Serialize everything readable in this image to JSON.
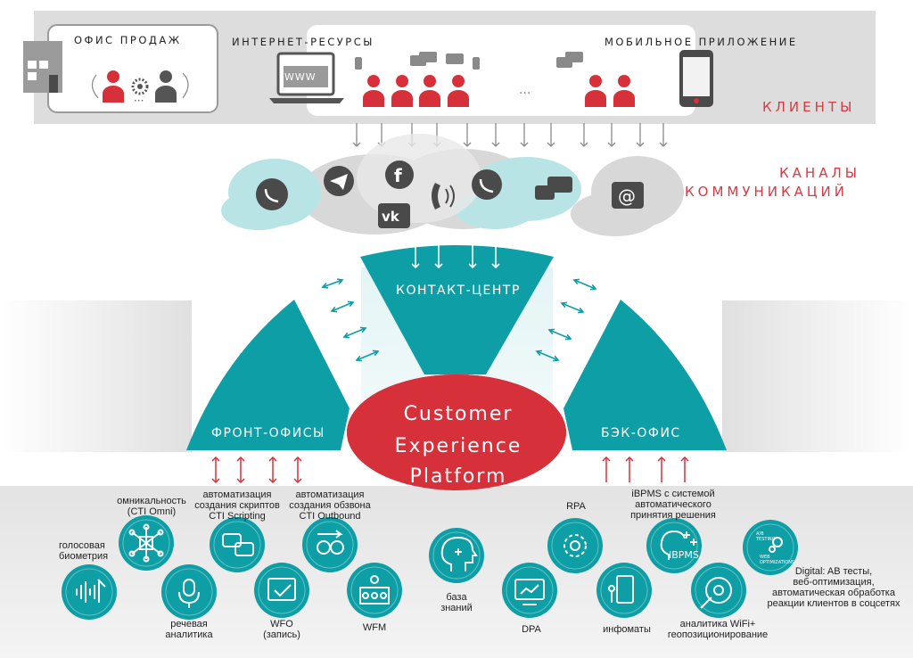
{
  "clients": {
    "sales_office": "ОФИС ПРОДАЖ",
    "internet": "ИНТЕРНЕТ-РЕСУРСЫ",
    "mobile_app": "МОБИЛЬНОЕ ПРИЛОЖЕНИЕ",
    "title": "КЛИЕНТЫ",
    "www": "WWW",
    "dots": "..."
  },
  "channels": {
    "title_line1": "КАНАЛЫ",
    "title_line2": "КОММУНИКАЦИЙ",
    "icons": [
      "viber-icon",
      "telegram-icon",
      "facebook-icon",
      "vk-icon",
      "phone-icon",
      "viber-icon",
      "chat-icon",
      "email-icon"
    ]
  },
  "segments": {
    "contact_center": "КОНТАКТ-ЦЕНТР",
    "front_office": "ФРОНТ-ОФИСЫ",
    "back_office": "БЭК-ОФИС"
  },
  "platform": {
    "line1": "Customer",
    "line2": "Experience",
    "line3": "Platform"
  },
  "tools": {
    "voice_biometry": "голосовая\nбиометрия",
    "omnichannel": "омникальность\n(CTI Omni)",
    "speech_analytics": "речевая\nаналитика",
    "cti_scripting": "автоматизация\nсоздания скриптов\nCTI Scripting",
    "wfo": "WFO\n(запись)",
    "cti_outbound": "автоматизация\nсоздания обзвона\nCTI Outbound",
    "wfm": "WFM",
    "knowledge_base": "база\nзнаний",
    "dpa": "DPA",
    "rpa": "RPA",
    "infomats": "инфоматы",
    "ibpms": "iBPMS с системой\nавтоматического\nпринятия решения",
    "ibpms_icon_text": "IBPMS",
    "wifi_analytics": "аналитика WiFi+\nгеопозиционирование",
    "digital": "Digital: AB тесты,\nвеб-оптимизация,\nавтоматическая обработка\nреакции клиентов в соцсетях",
    "ab_icon_text": "A/B\nTESTING",
    "web_opt_icon_text": "WEB\nOPTIMIZATIONS"
  },
  "colors": {
    "teal": "#0e9ea5",
    "red": "#d6303a",
    "gray": "#dedede",
    "dark_gray": "#4a4a4a"
  }
}
